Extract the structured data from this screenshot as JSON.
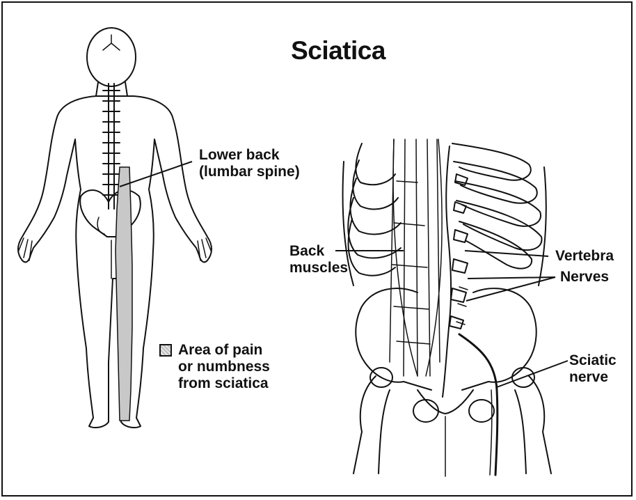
{
  "title": "Sciatica",
  "labels": {
    "lower_back_line1": "Lower back",
    "lower_back_line2": "(lumbar spine)",
    "back_muscles_line1": "Back",
    "back_muscles_line2": "muscles",
    "vertebra": "Vertebra",
    "nerves": "Nerves",
    "sciatic_line1": "Sciatic",
    "sciatic_line2": "nerve"
  },
  "legend": {
    "line1": "Area of pain",
    "line2": "or numbness",
    "line3": "from sciatica",
    "swatch_color": "#c8c8c8"
  }
}
